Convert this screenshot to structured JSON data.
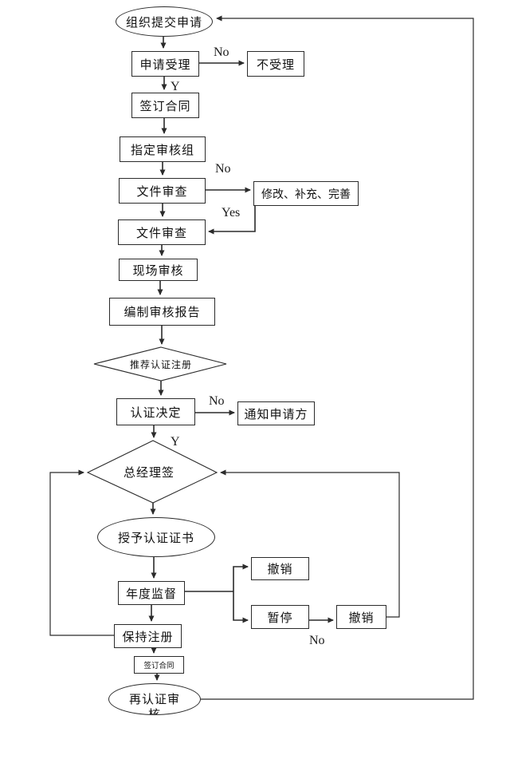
{
  "diagram": {
    "nodes": {
      "start": {
        "label": "组织提交申请",
        "shape": "ellipse"
      },
      "accept": {
        "label": "申请受理",
        "shape": "rect"
      },
      "reject": {
        "label": "不受理",
        "shape": "rect"
      },
      "sign_contract": {
        "label": "签订合同",
        "shape": "rect"
      },
      "audit_team": {
        "label": "指定审核组",
        "shape": "rect"
      },
      "doc_review_1": {
        "label": "文件审查",
        "shape": "rect"
      },
      "modify": {
        "label": "修改、补充、完善",
        "shape": "rect"
      },
      "doc_review_2": {
        "label": "文件审查",
        "shape": "rect"
      },
      "onsite_audit": {
        "label": "现场审核",
        "shape": "rect"
      },
      "audit_report": {
        "label": "编制审核报告",
        "shape": "rect"
      },
      "recommend": {
        "label": "推荐认证注册",
        "shape": "diamond"
      },
      "decision": {
        "label": "认证决定",
        "shape": "rect"
      },
      "notify": {
        "label": "通知申请方",
        "shape": "rect"
      },
      "gm_sign": {
        "label": "总经理签",
        "shape": "diamond"
      },
      "grant_cert": {
        "label": "授予认证证书",
        "shape": "ellipse"
      },
      "annual_watch": {
        "label": "年度监督",
        "shape": "rect"
      },
      "revoke_1": {
        "label": "撤销",
        "shape": "rect"
      },
      "suspend": {
        "label": "暂停",
        "shape": "rect"
      },
      "revoke_2": {
        "label": "撤销",
        "shape": "rect"
      },
      "keep_reg": {
        "label": "保持注册",
        "shape": "rect"
      },
      "sign_contract_2": {
        "label": "签订合同",
        "shape": "rect"
      },
      "recert": {
        "label": "再认证审",
        "label_line2": "核",
        "shape": "ellipse"
      }
    },
    "edge_labels": {
      "accept_no": "No",
      "accept_yes": "Y",
      "doc_no": "No",
      "doc_yes": "Yes",
      "decision_no": "No",
      "decision_yes": "Y",
      "suspend_no": "No"
    },
    "colors": {
      "line": "#2b2b2b",
      "node_border": "#2b2b2b",
      "background": "#ffffff",
      "text": "#111111"
    }
  }
}
